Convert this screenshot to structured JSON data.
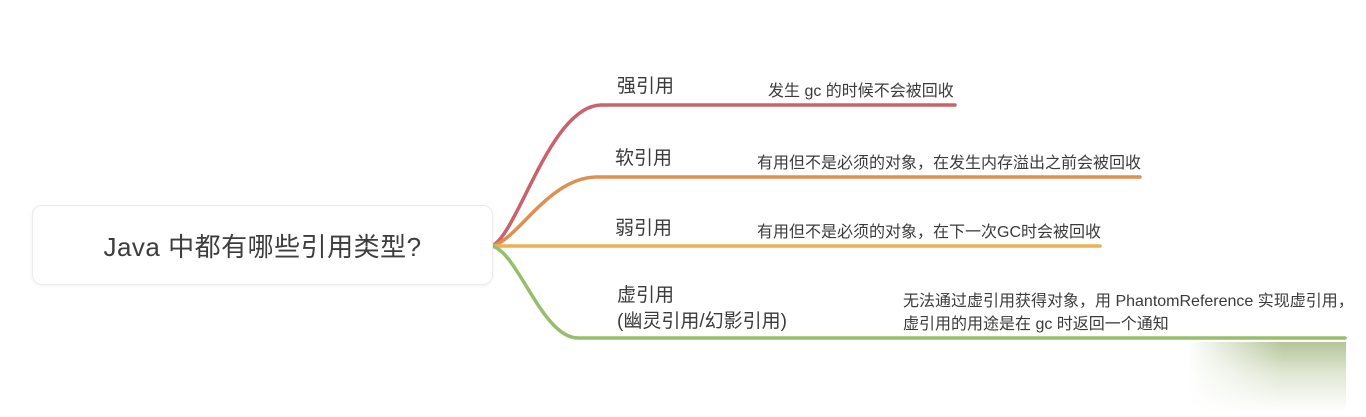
{
  "root": {
    "label": "Java 中都有哪些引用类型?"
  },
  "branches": [
    {
      "label": "强引用",
      "color": "#c9626a",
      "note_lines": [
        "发生 gc 的时候不会被回收"
      ]
    },
    {
      "label": "软引用",
      "color": "#de9050",
      "note_lines": [
        "有用但不是必须的对象，在发生内存溢出之前会被回收"
      ]
    },
    {
      "label": "弱引用",
      "color": "#eab156",
      "note_lines": [
        "有用但不是必须的对象，在下一次GC时会被回收"
      ]
    },
    {
      "label": "虚引用",
      "sublabel": "(幽灵引用/幻影引用)",
      "color": "#95bf6c",
      "note_lines": [
        "无法通过虚引用获得对象，用 PhantomReference 实现虚引用，",
        "虚引用的用途是在 gc 时返回一个通知"
      ]
    }
  ],
  "watermark": {
    "color": "#b0c294"
  }
}
